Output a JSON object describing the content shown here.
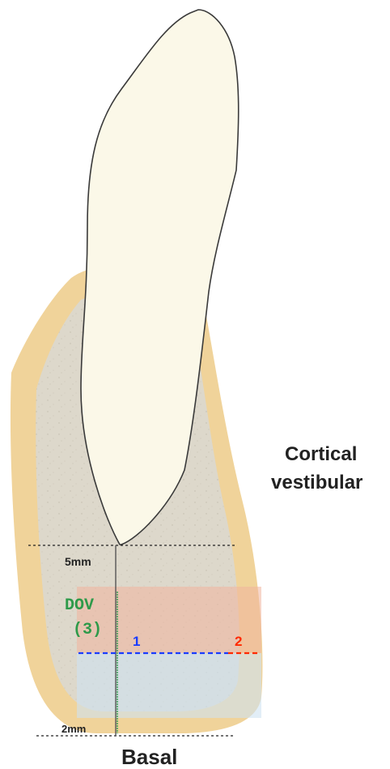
{
  "labels": {
    "cortical_line1": "Cortical",
    "cortical_line2": "vestibular",
    "basal": "Basal",
    "depth_5mm": "5mm",
    "depth_2mm": "2mm",
    "dov": "DOV",
    "dov_number": "(3)",
    "line1_number": "1",
    "line2_number": "2"
  },
  "colors": {
    "tooth_fill": "#fbf8e8",
    "tooth_outline": "#3a3a3a",
    "cortical_bone": "#f0d39a",
    "cancellous_bone": "#ddd8cb",
    "zone_upper": "#f0b49e",
    "zone_lower": "#cfe3f2",
    "line1_blue": "#1a3cff",
    "line2_red": "#ff2a00",
    "dov_green": "#2e9a4a",
    "text_dark": "#222222"
  }
}
